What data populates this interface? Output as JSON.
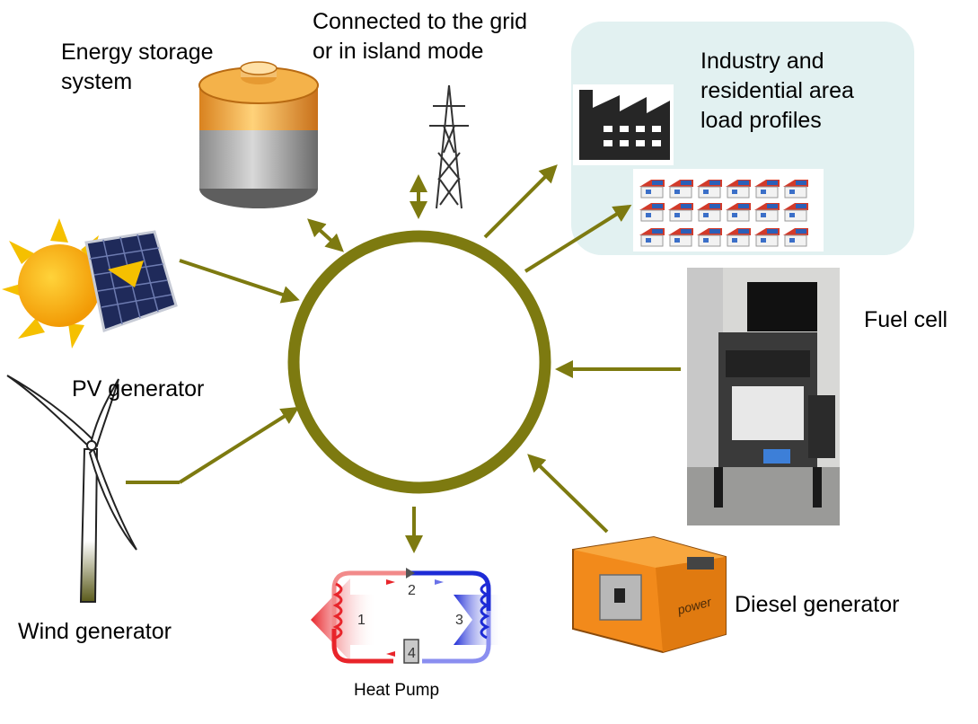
{
  "labels": {
    "energy_storage": "Energy storage\nsystem",
    "grid": "Connected to the grid\nor in island mode",
    "industry": "Industry and\nresidential area\nload profiles",
    "pv": "PV generator",
    "fuel_cell": "Fuel cell",
    "wind": "Wind generator",
    "diesel": "Diesel generator",
    "heat_pump": "Heat Pump"
  },
  "heat_pump_steps": [
    "1",
    "2",
    "3",
    "4"
  ],
  "diesel_brand": "power",
  "colors": {
    "bus": "#7d7a10",
    "arrow": "#7d7a10",
    "load_panel": "#e2f1f1",
    "diesel_body": "#f28a1b",
    "battery_cap": "#f2a23a"
  }
}
